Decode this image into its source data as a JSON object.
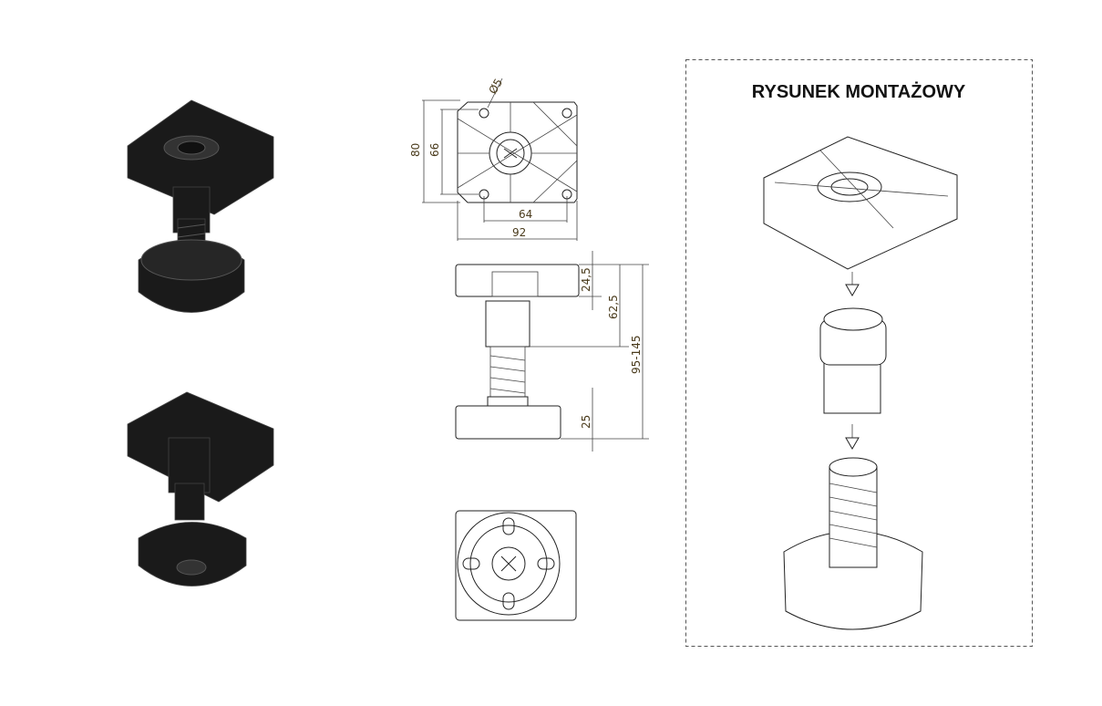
{
  "assembly": {
    "title": "RYSUNEK MONTAŻOWY"
  },
  "top_view": {
    "hole_dia": "Ø5",
    "height_outer": "80",
    "height_inner": "66",
    "width_inner": "64",
    "width_outer": "92"
  },
  "side_view": {
    "top_height": "24,5",
    "upper_height": "62,5",
    "total_range": "95-145",
    "base_height": "25"
  },
  "colors": {
    "dimension": "#4a3b1c",
    "render": "#1a1a1a",
    "frame": "#555555"
  }
}
